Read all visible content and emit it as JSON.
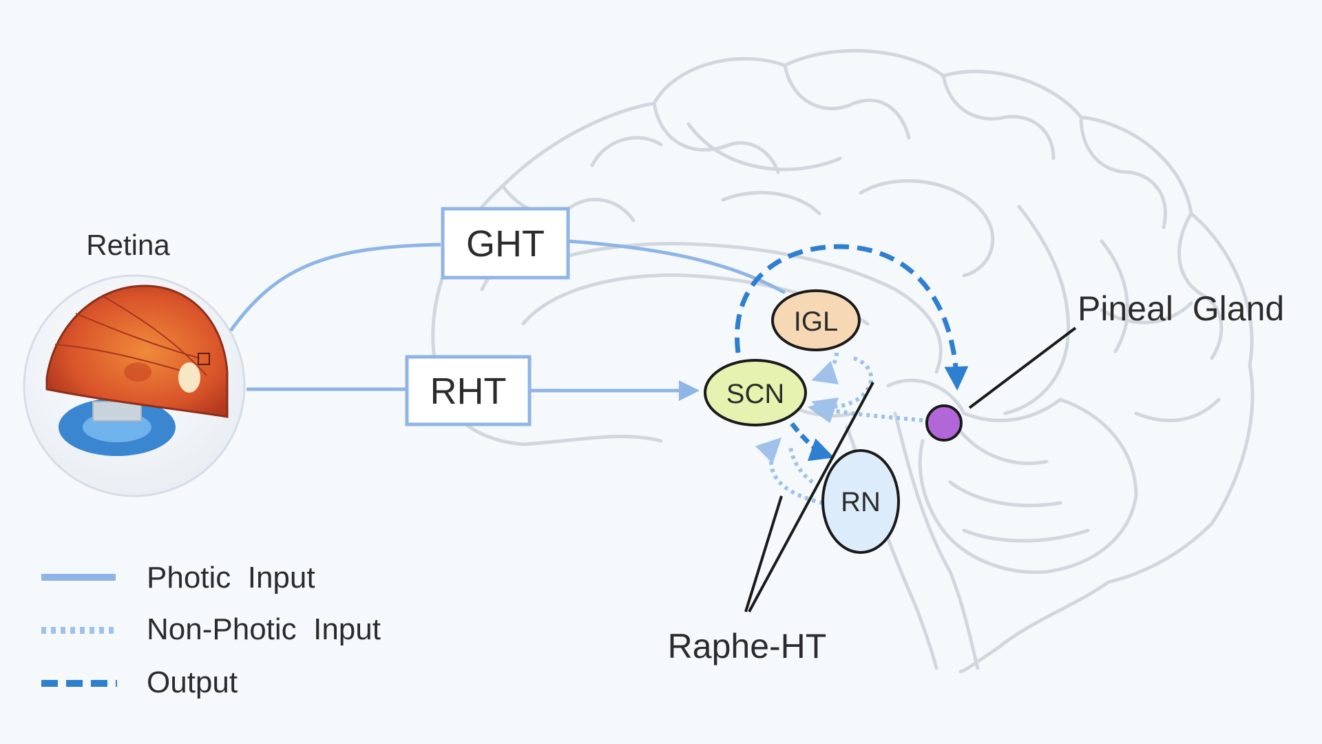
{
  "labels": {
    "retina": "Retina",
    "ght": "GHT",
    "rht": "RHT",
    "igl": "IGL",
    "scn": "SCN",
    "rn": "RN",
    "pineal": "Pineal  Gland",
    "raphe": "Raphe-HT"
  },
  "legend": [
    {
      "label": "Photic  Input",
      "style": "solid"
    },
    {
      "label": "Non-Photic  Input",
      "style": "dotted"
    },
    {
      "label": "Output",
      "style": "dashed"
    }
  ],
  "colors": {
    "photic": "#8fb4e6",
    "non_photic": "#9fc1ea",
    "output": "#2f7fd1",
    "brain_outline": "#d2d7de",
    "igl_fill": "#f6d8b4",
    "scn_fill": "#e6f2b0",
    "rn_fill": "#dcecfa",
    "pineal_fill": "#b267d8",
    "box_border": "#8fb4e6"
  }
}
